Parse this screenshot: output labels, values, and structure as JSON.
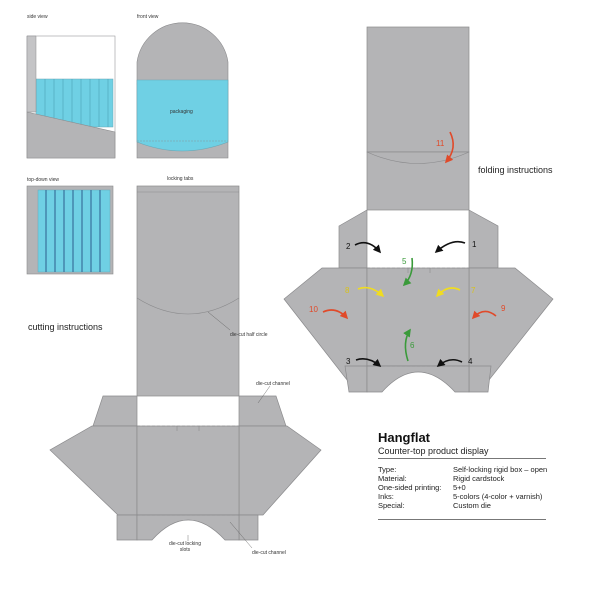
{
  "views": {
    "side_view": "side view",
    "front_view": "front view",
    "packaging": "packaging",
    "top_down_view": "top-down view"
  },
  "cutting": {
    "heading": "cutting instructions",
    "locking_tabs": "locking tabs",
    "die_cut_half_circle": "die-cut half circle",
    "die_cut_channel_top": "die-cut channel",
    "die_cut_locking_slots": "die-cut locking slots",
    "die_cut_channel_bottom": "die-cut channel"
  },
  "folding": {
    "heading": "folding instructions",
    "steps": [
      "1",
      "2",
      "3",
      "4",
      "5",
      "6",
      "7",
      "8",
      "9",
      "10",
      "11"
    ]
  },
  "product": {
    "name": "Hangflat",
    "subtitle": "Counter-top product display",
    "specs": [
      {
        "label": "Type:",
        "value": "Self-locking rigid box – open"
      },
      {
        "label": "Material:",
        "value": "Rigid cardstock"
      },
      {
        "label": "One-sided printing:",
        "value": "5+0"
      },
      {
        "label": "Inks:",
        "value": "5-colors (4-color + varnish)"
      },
      {
        "label": "Special:",
        "value": "Custom die"
      }
    ]
  },
  "colors": {
    "board": "#b4b4b6",
    "board_edge": "#8a8a8c",
    "packaging": "#6fd0e4",
    "arrow_black": "#111111",
    "arrow_green": "#3a9a3a",
    "arrow_yellow": "#f0dc20",
    "arrow_red": "#e04a2a"
  }
}
